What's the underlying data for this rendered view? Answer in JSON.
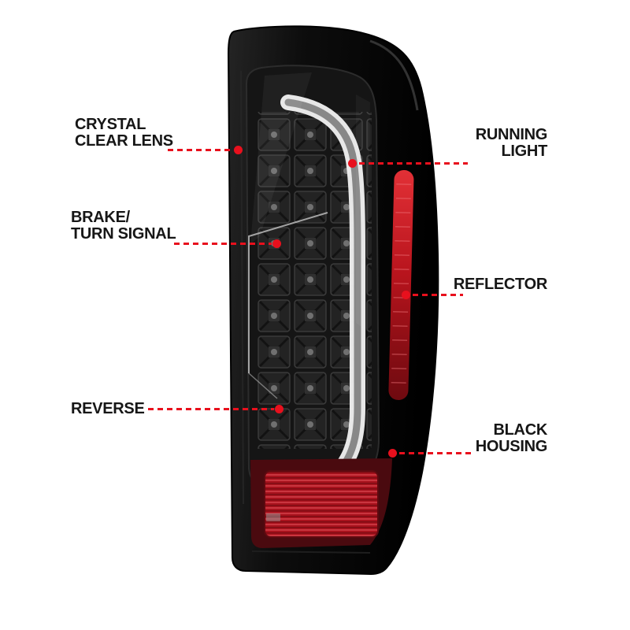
{
  "colors": {
    "accent_red": "#e8101d",
    "housing_black": "#0a0a0a",
    "background": "#ffffff",
    "label_text": "#161616"
  },
  "callouts": {
    "crystal_clear_lens": {
      "label": "CRYSTAL\nCLEAR LENS",
      "side": "left"
    },
    "running_light": {
      "label": "RUNNING\nLIGHT",
      "side": "right"
    },
    "brake_turn_signal": {
      "label": "BRAKE/\nTURN SIGNAL",
      "side": "left"
    },
    "reflector": {
      "label": "REFLECTOR",
      "side": "right"
    },
    "reverse": {
      "label": "REVERSE",
      "side": "left"
    },
    "black_housing": {
      "label": "BLACK\nHOUSING",
      "side": "right"
    }
  }
}
